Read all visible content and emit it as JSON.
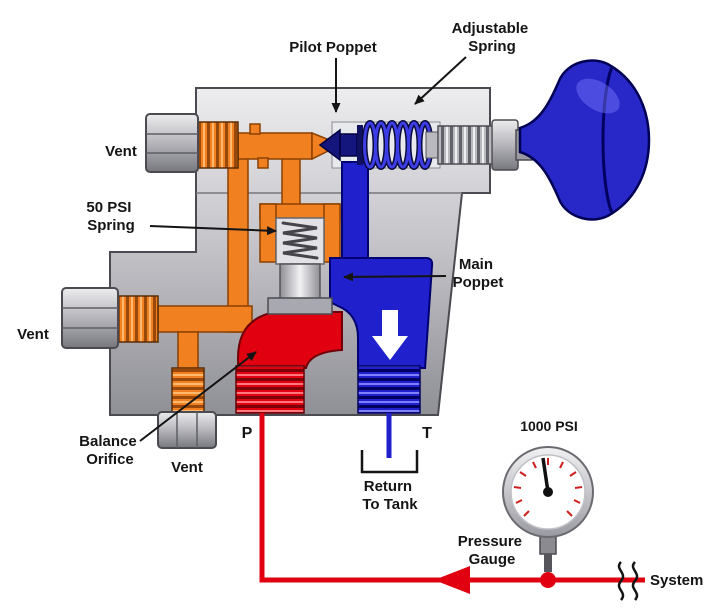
{
  "callouts": {
    "pilot_poppet": "Pilot Poppet",
    "adjustable_spring": [
      "Adjustable",
      "Spring"
    ],
    "vent_top": "Vent",
    "spring_50psi": [
      "50 PSI",
      "Spring"
    ],
    "main_poppet": [
      "Main",
      "Poppet"
    ],
    "vent_left": "Vent",
    "balance_orifice": [
      "Balance",
      "Orifice"
    ],
    "vent_bottom": "Vent"
  },
  "ports": {
    "pressure": "P",
    "tank": "T"
  },
  "annotations": {
    "return_to_tank": [
      "Return",
      "To Tank"
    ],
    "gauge_reading": "1000 PSI",
    "pressure_gauge": [
      "Pressure",
      "Gauge"
    ],
    "system": "System"
  },
  "colors": {
    "pilot_vent_orange": "#F08020",
    "pressure_red": "#E00010",
    "tank_blue": "#2020CC",
    "knob_blue": "#2828C8",
    "body_gray": "#C6C6CB"
  }
}
